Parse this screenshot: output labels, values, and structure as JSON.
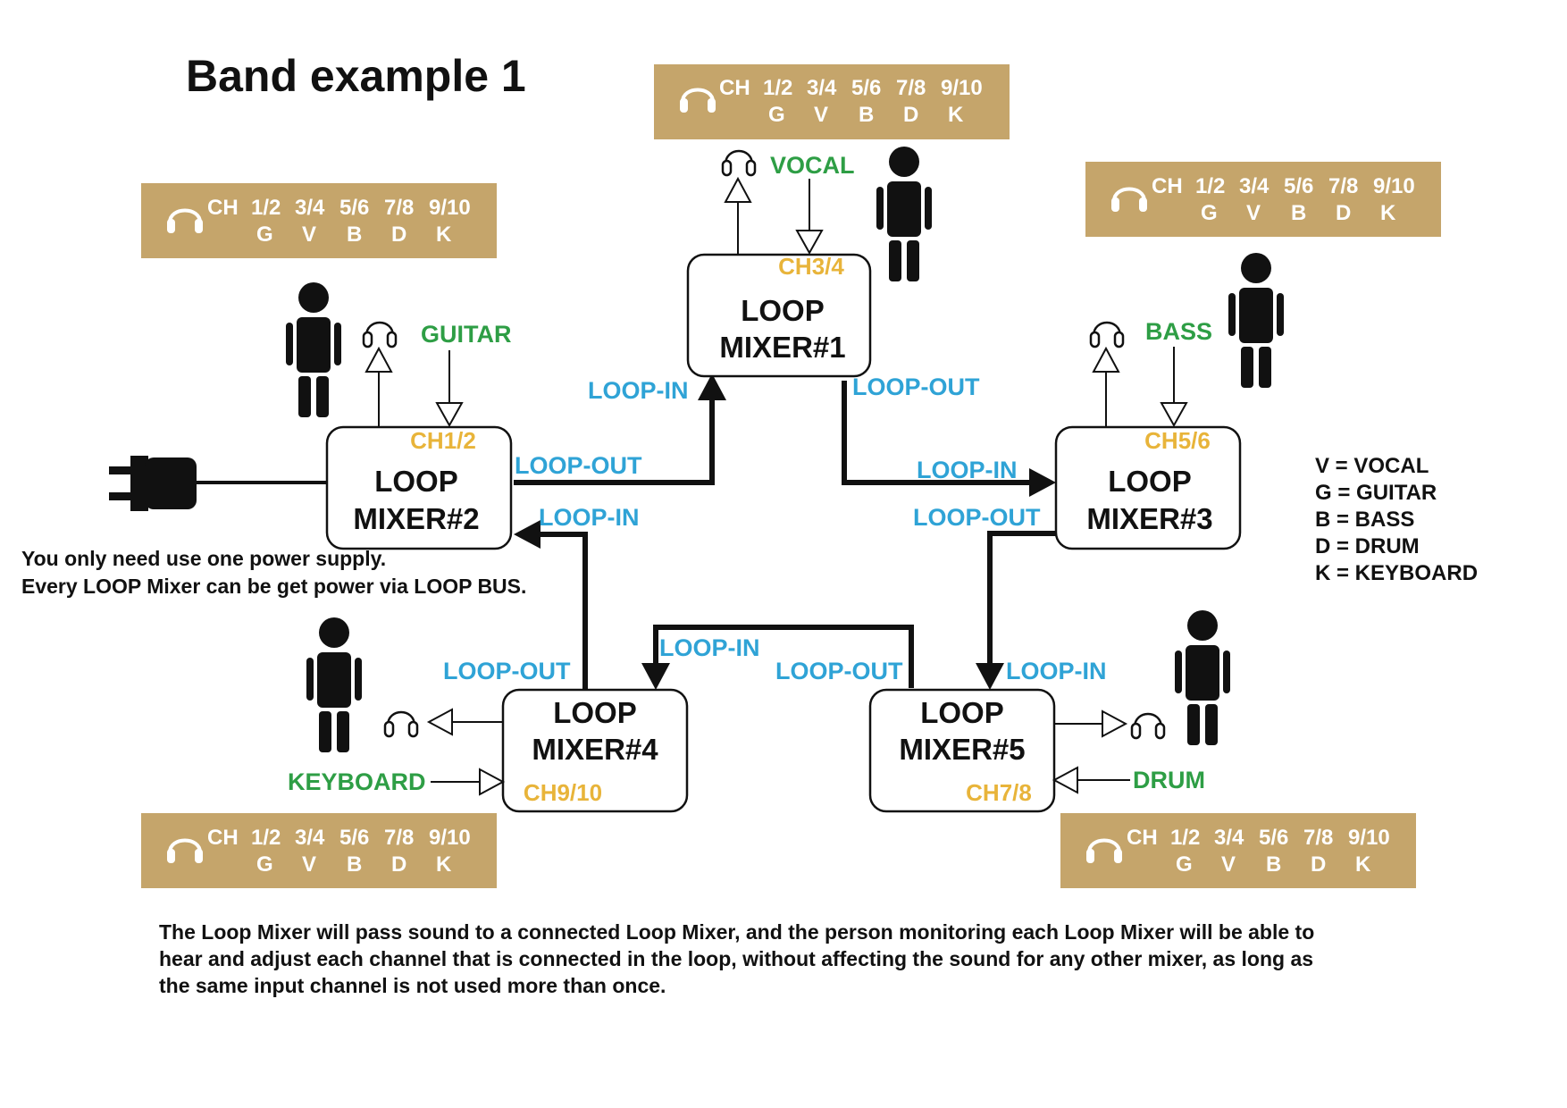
{
  "title": "Band example 1",
  "colors": {
    "panel": "#c5a56b",
    "loop_label": "#2fa3d6",
    "channel_tag": "#e8b43a",
    "instrument": "#2e9e45",
    "line": "#111111"
  },
  "mixers": [
    {
      "id": "m1",
      "line1": "LOOP",
      "line2": "MIXER#1",
      "channel": "CH3/4",
      "instrument": "VOCAL"
    },
    {
      "id": "m2",
      "line1": "LOOP",
      "line2": "MIXER#2",
      "channel": "CH1/2",
      "instrument": "GUITAR"
    },
    {
      "id": "m3",
      "line1": "LOOP",
      "line2": "MIXER#3",
      "channel": "CH5/6",
      "instrument": "BASS"
    },
    {
      "id": "m4",
      "line1": "LOOP",
      "line2": "MIXER#4",
      "channel": "CH9/10",
      "instrument": "KEYBOARD"
    },
    {
      "id": "m5",
      "line1": "LOOP",
      "line2": "MIXER#5",
      "channel": "CH7/8",
      "instrument": "DRUM"
    }
  ],
  "loop_labels": {
    "m2_out": "LOOP-OUT",
    "m1_in": "LOOP-IN",
    "m1_out": "LOOP-OUT",
    "m3_in": "LOOP-IN",
    "m2_in": "LOOP-IN",
    "m3_out": "LOOP-OUT",
    "m4_out": "LOOP-OUT",
    "m4_in": "LOOP-IN",
    "m5_out": "LOOP-OUT",
    "m5_in": "LOOP-IN"
  },
  "channel_panel": {
    "row1": [
      "CH",
      "1/2",
      "3/4",
      "5/6",
      "7/8",
      "9/10"
    ],
    "row2": [
      "G",
      "V",
      "B",
      "D",
      "K"
    ]
  },
  "legend": [
    "V = VOCAL",
    "G = GUITAR",
    "B = BASS",
    "D = DRUM",
    "K = KEYBOARD"
  ],
  "power_note": [
    "You only need use one power supply.",
    "Every LOOP Mixer can be get power via LOOP BUS."
  ],
  "description": [
    "The Loop Mixer will pass sound to a connected Loop Mixer, and the person monitoring each Loop Mixer will be able to",
    "hear and adjust each channel that is connected in the loop, without affecting the sound for any other mixer, as long as",
    "the same input channel is not used more than once."
  ]
}
